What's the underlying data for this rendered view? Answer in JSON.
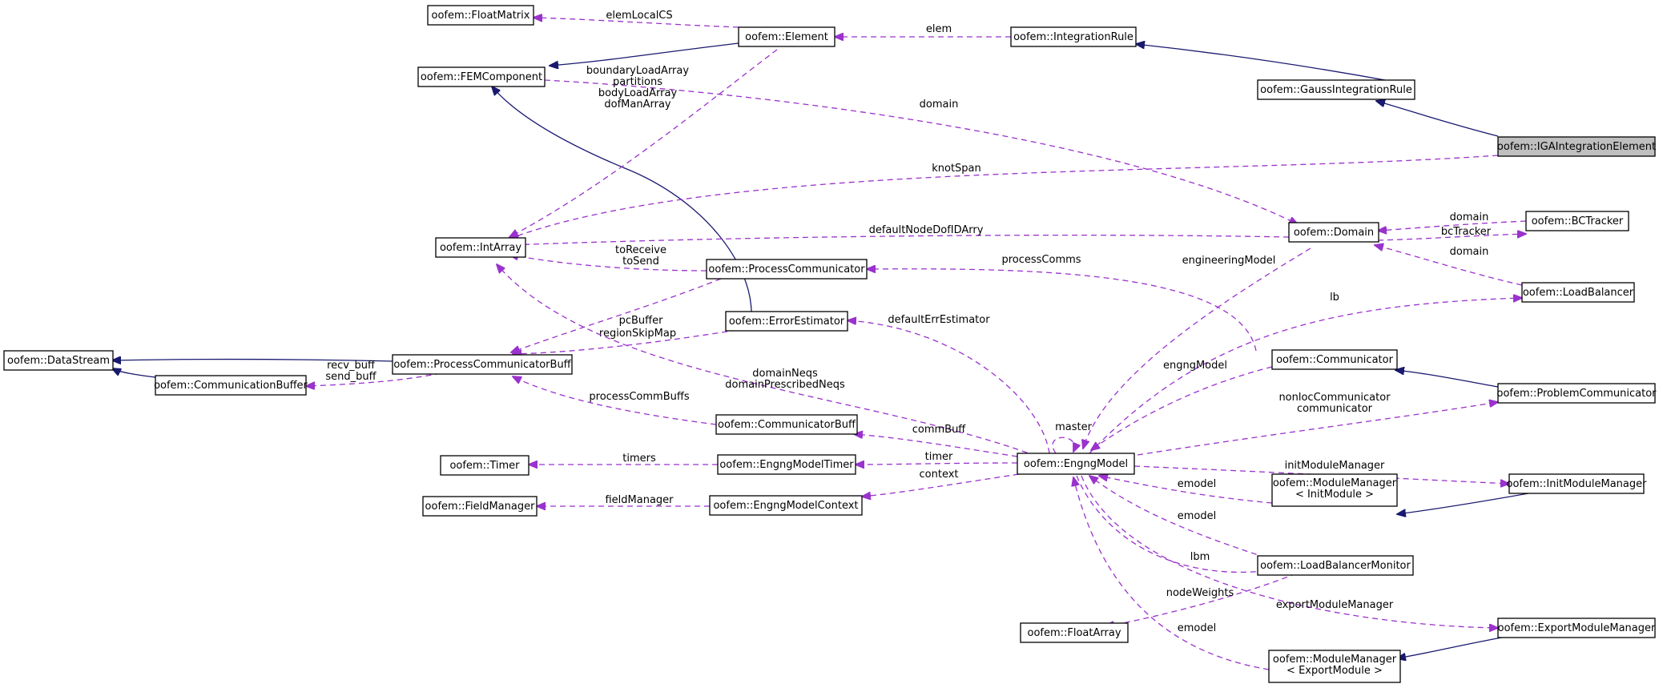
{
  "nodes": {
    "IGAIntegrationElement": {
      "label": [
        "oofem::IGAIntegrationElement"
      ]
    },
    "GaussIntegrationRule": {
      "label": [
        "oofem::GaussIntegrationRule"
      ]
    },
    "IntegrationRule": {
      "label": [
        "oofem::IntegrationRule"
      ]
    },
    "Element": {
      "label": [
        "oofem::Element"
      ]
    },
    "FloatMatrix": {
      "label": [
        "oofem::FloatMatrix"
      ]
    },
    "FEMComponent": {
      "label": [
        "oofem::FEMComponent"
      ]
    },
    "IntArray": {
      "label": [
        "oofem::IntArray"
      ]
    },
    "Domain": {
      "label": [
        "oofem::Domain"
      ]
    },
    "BCTracker": {
      "label": [
        "oofem::BCTracker"
      ]
    },
    "LoadBalancer": {
      "label": [
        "oofem::LoadBalancer"
      ]
    },
    "ProcessCommunicator": {
      "label": [
        "oofem::ProcessCommunicator"
      ]
    },
    "ErrorEstimator": {
      "label": [
        "oofem::ErrorEstimator"
      ]
    },
    "DataStream": {
      "label": [
        "oofem::DataStream"
      ]
    },
    "ProcessCommunicatorBuff": {
      "label": [
        "oofem::ProcessCommunicatorBuff"
      ]
    },
    "CommunicationBuffer": {
      "label": [
        "oofem::CommunicationBuffer"
      ]
    },
    "Communicator": {
      "label": [
        "oofem::Communicator"
      ]
    },
    "ProblemCommunicator": {
      "label": [
        "oofem::ProblemCommunicator"
      ]
    },
    "CommunicatorBuff": {
      "label": [
        "oofem::CommunicatorBuff"
      ]
    },
    "Timer": {
      "label": [
        "oofem::Timer"
      ]
    },
    "EngngModelTimer": {
      "label": [
        "oofem::EngngModelTimer"
      ]
    },
    "EngngModel": {
      "label": [
        "oofem::EngngModel"
      ]
    },
    "FieldManager": {
      "label": [
        "oofem::FieldManager"
      ]
    },
    "EngngModelContext": {
      "label": [
        "oofem::EngngModelContext"
      ]
    },
    "InitModuleManager": {
      "label": [
        "oofem::InitModuleManager"
      ]
    },
    "ModuleManagerInit": {
      "label": [
        "oofem::ModuleManager",
        "< InitModule >"
      ]
    },
    "LoadBalancerMonitor": {
      "label": [
        "oofem::LoadBalancerMonitor"
      ]
    },
    "FloatArray": {
      "label": [
        "oofem::FloatArray"
      ]
    },
    "ExportModuleManager": {
      "label": [
        "oofem::ExportModuleManager"
      ]
    },
    "ModuleManagerExport": {
      "label": [
        "oofem::ModuleManager",
        "< ExportModule >"
      ]
    }
  },
  "edges": {
    "gauss_to_iga": {
      "kind": "inherit",
      "label": []
    },
    "integrationrule_to_gauss": {
      "kind": "inherit",
      "label": []
    },
    "femcomponent_to_element": {
      "kind": "inherit",
      "label": []
    },
    "femcomponent_to_errorestimator": {
      "kind": "inherit",
      "label": []
    },
    "datastream_to_pcbuff": {
      "kind": "inherit",
      "label": []
    },
    "datastream_to_commbuffer": {
      "kind": "inherit",
      "label": []
    },
    "communicator_to_problemcomm": {
      "kind": "inherit",
      "label": []
    },
    "initmodulemanager_from_modulemanager": {
      "kind": "inherit",
      "label": []
    },
    "exportmodulemanager_from_modulemanager": {
      "kind": "inherit",
      "label": []
    },
    "elem": {
      "kind": "usage",
      "label": [
        "elem"
      ]
    },
    "elemLocalCS": {
      "kind": "usage",
      "label": [
        "elemLocalCS"
      ]
    },
    "domain_fem": {
      "kind": "usage",
      "label": [
        "domain"
      ]
    },
    "element_intarray": {
      "kind": "usage",
      "label": [
        "boundaryLoadArray",
        "partitions",
        "bodyLoadArray",
        "dofManArray"
      ]
    },
    "knotSpan": {
      "kind": "usage",
      "label": [
        "knotSpan"
      ]
    },
    "defaultNodeDofIDArry": {
      "kind": "usage",
      "label": [
        "defaultNodeDofIDArry"
      ]
    },
    "toReceive": {
      "kind": "usage",
      "label": [
        "toReceive",
        "toSend"
      ]
    },
    "regionSkipMap": {
      "kind": "usage",
      "label": [
        "regionSkipMap"
      ]
    },
    "domainNeqs": {
      "kind": "usage",
      "label": [
        "domainNeqs",
        "domainPrescribedNeqs"
      ]
    },
    "bc_domain": {
      "kind": "usage",
      "label": [
        "domain"
      ]
    },
    "bcTracker": {
      "kind": "usage",
      "label": [
        "bcTracker"
      ]
    },
    "lb_domain": {
      "kind": "usage",
      "label": [
        "domain"
      ]
    },
    "engineeringModel": {
      "kind": "usage",
      "label": [
        "engineeringModel"
      ]
    },
    "processComms": {
      "kind": "usage",
      "label": [
        "processComms"
      ]
    },
    "pcBuffer": {
      "kind": "usage",
      "label": [
        "pcBuffer"
      ]
    },
    "recv_buff": {
      "kind": "usage",
      "label": [
        "recv_buff",
        "send_buff"
      ]
    },
    "processCommBuffs": {
      "kind": "usage",
      "label": [
        "processCommBuffs"
      ]
    },
    "defaultErrEstimator": {
      "kind": "usage",
      "label": [
        "defaultErrEstimator"
      ]
    },
    "lb": {
      "kind": "usage",
      "label": [
        "lb"
      ]
    },
    "engngModel": {
      "kind": "usage",
      "label": [
        "engngModel"
      ]
    },
    "communicator": {
      "kind": "usage",
      "label": [
        "nonlocCommunicator",
        "communicator"
      ]
    },
    "master": {
      "kind": "usage",
      "label": [
        "master"
      ]
    },
    "commBuff": {
      "kind": "usage",
      "label": [
        "commBuff"
      ]
    },
    "timer": {
      "kind": "usage",
      "label": [
        "timer"
      ]
    },
    "timers": {
      "kind": "usage",
      "label": [
        "timers"
      ]
    },
    "context": {
      "kind": "usage",
      "label": [
        "context"
      ]
    },
    "fieldManager": {
      "kind": "usage",
      "label": [
        "fieldManager"
      ]
    },
    "initModuleManager": {
      "kind": "usage",
      "label": [
        "initModuleManager"
      ]
    },
    "emodel_init": {
      "kind": "usage",
      "label": [
        "emodel"
      ]
    },
    "emodel_lbm": {
      "kind": "usage",
      "label": [
        "emodel"
      ]
    },
    "lbm": {
      "kind": "usage",
      "label": [
        "lbm"
      ]
    },
    "nodeWeights": {
      "kind": "usage",
      "label": [
        "nodeWeights"
      ]
    },
    "exportModuleManager": {
      "kind": "usage",
      "label": [
        "exportModuleManager"
      ]
    },
    "emodel_export": {
      "kind": "usage",
      "label": [
        "emodel"
      ]
    }
  },
  "colors": {
    "usage": "#9a32cd",
    "inherit": "#191970",
    "highlight": "#bfbfbf"
  }
}
